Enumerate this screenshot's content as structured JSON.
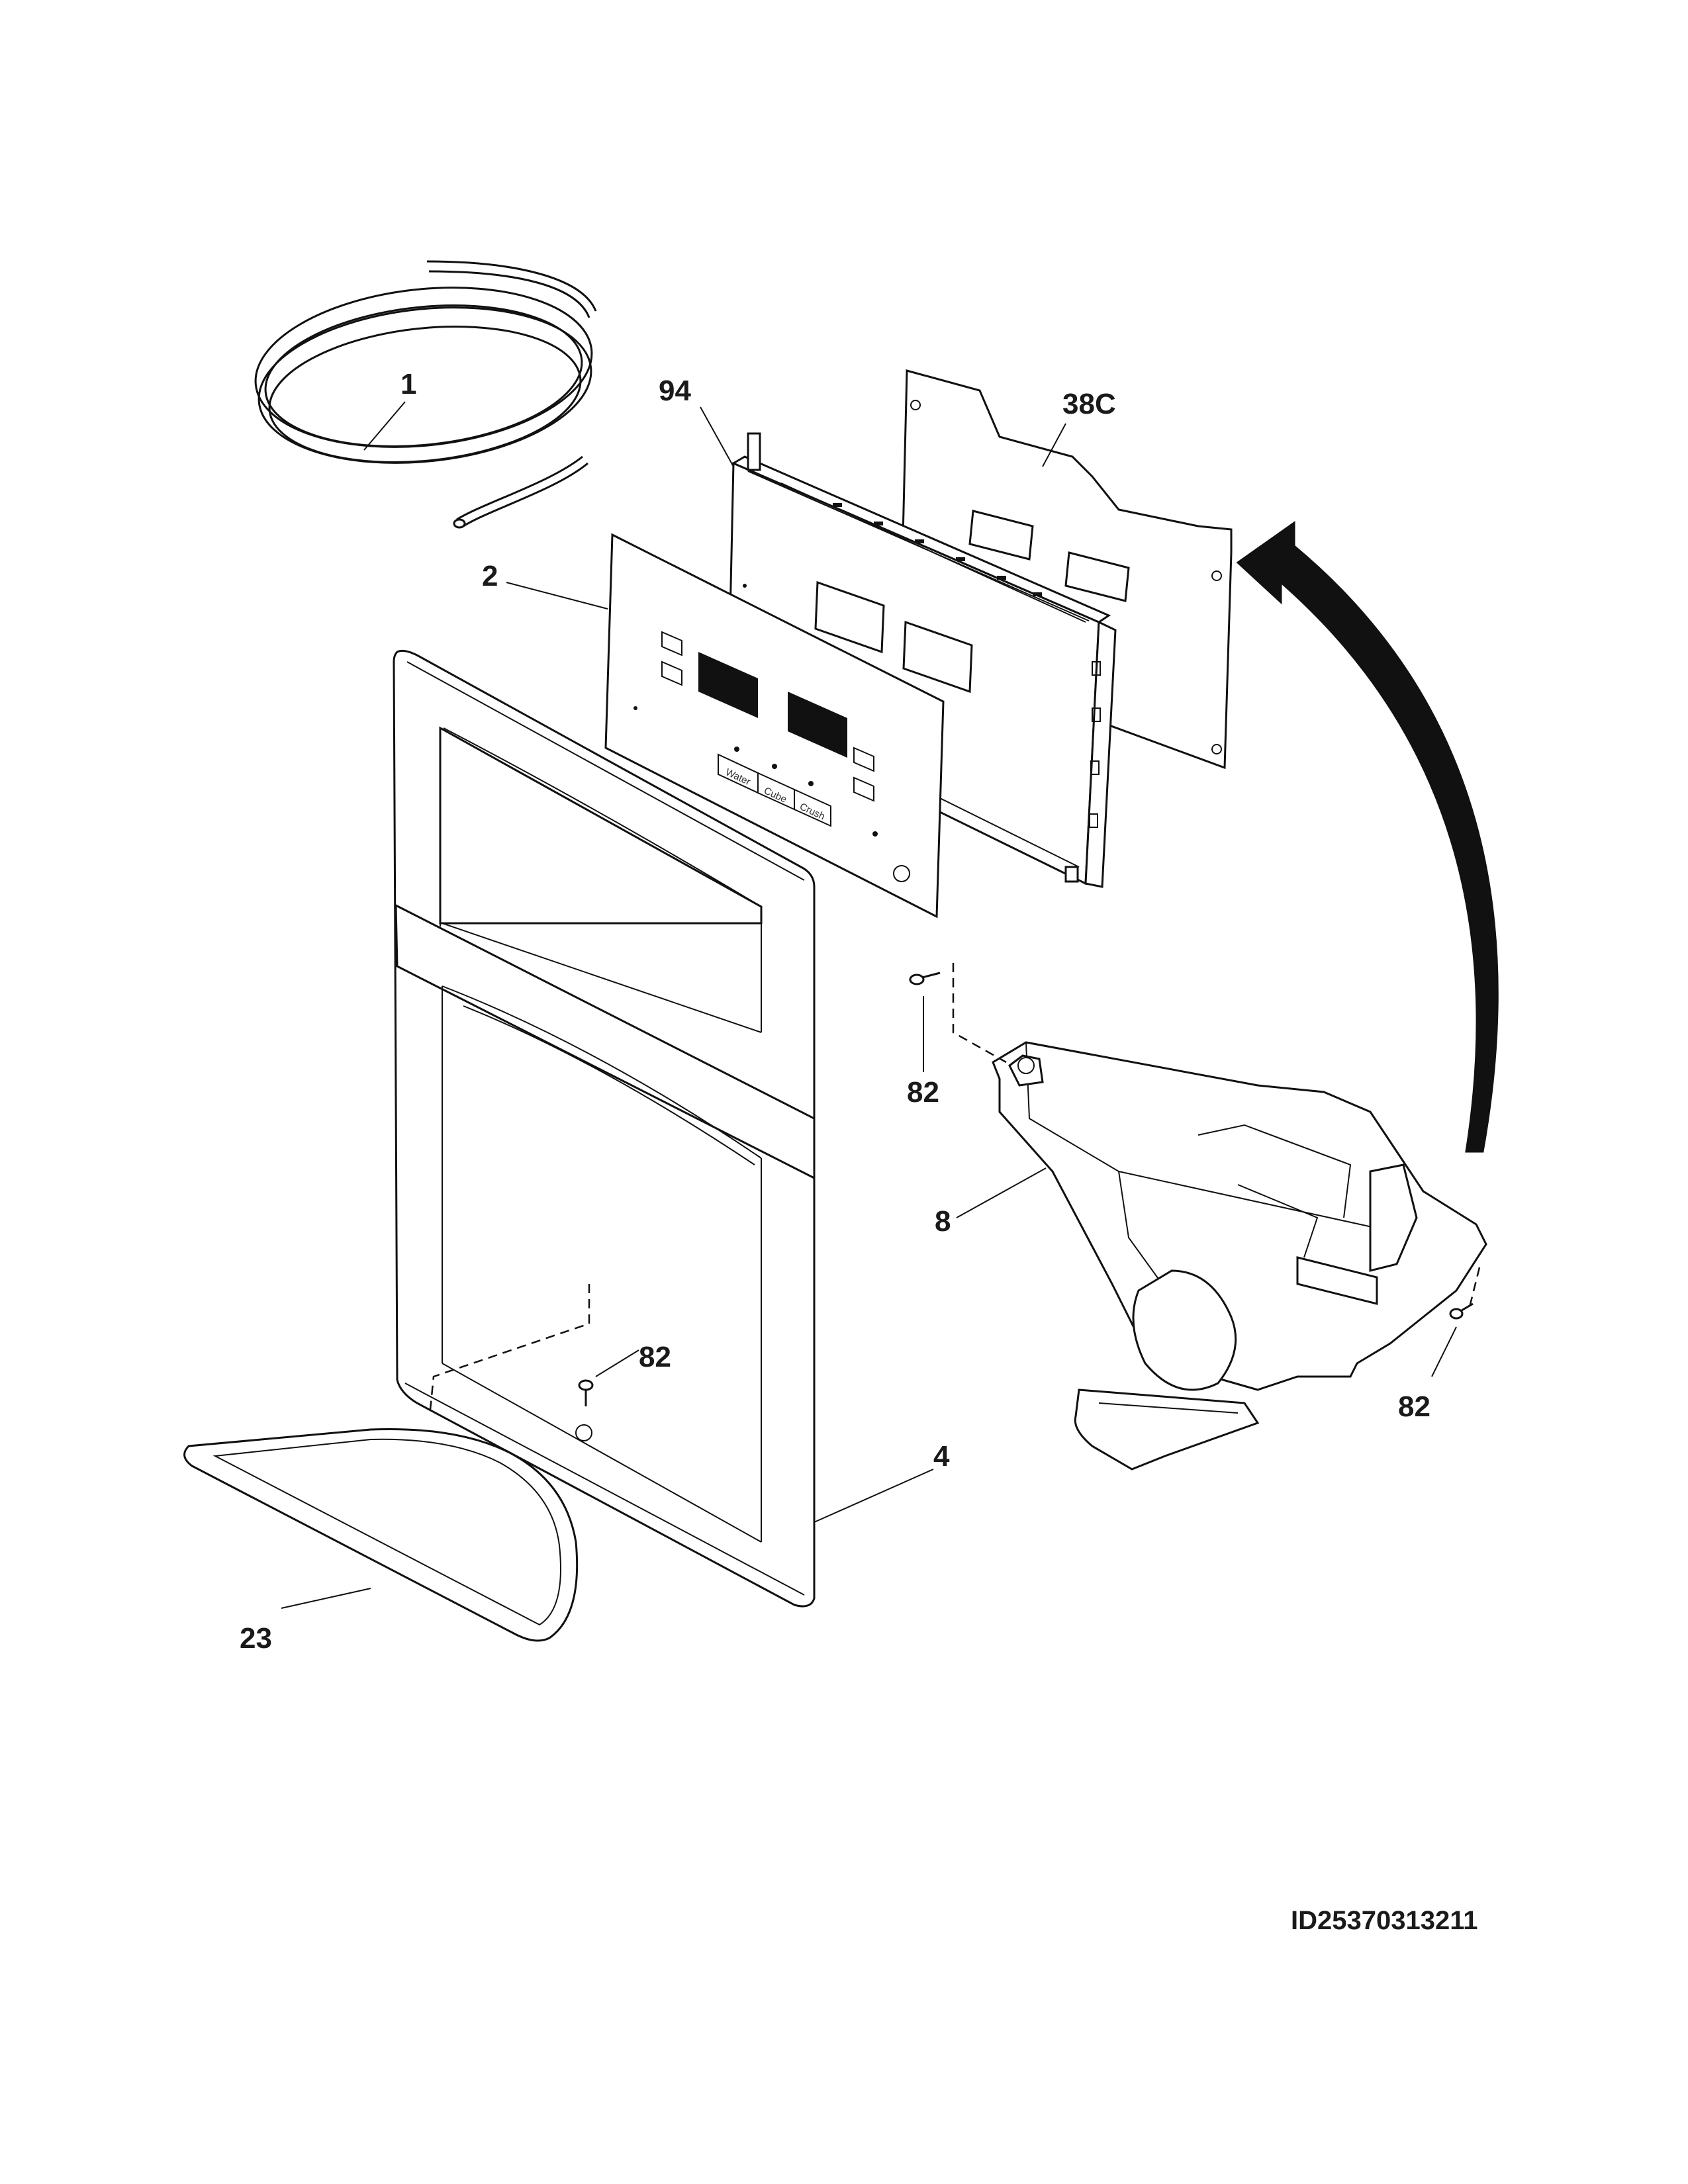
{
  "diagram": {
    "diagram_id": "ID25370313211",
    "callouts": {
      "tubing": "1",
      "overlay": "2",
      "front_panel": "4",
      "dispenser_housing": "8",
      "drip_tray": "23",
      "insulation_pad": "38C",
      "control_board": "94",
      "screw_left": "82",
      "screw_center": "82",
      "screw_right": "82"
    },
    "overlay_labels": {
      "water": "Water",
      "cube": "Cube",
      "crush": "Crush"
    }
  }
}
